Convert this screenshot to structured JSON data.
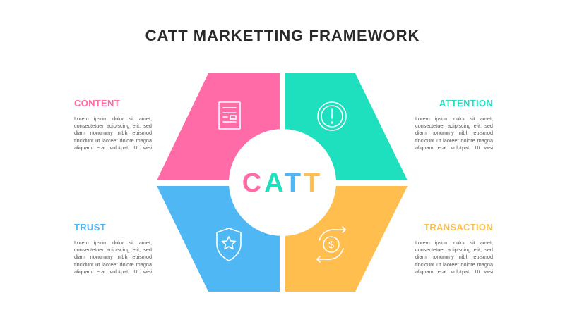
{
  "title": "CATT MARKETTING FRAMEWORK",
  "center_letters": [
    {
      "char": "C",
      "color": "#FF6BA6"
    },
    {
      "char": "A",
      "color": "#1FE0BE"
    },
    {
      "char": "T",
      "color": "#4FB8F4"
    },
    {
      "char": "T",
      "color": "#FFBE4D"
    }
  ],
  "sections": {
    "content": {
      "heading": "CONTENT",
      "color": "#FF6BA6",
      "icon": "document-icon",
      "lines": [
        "Lorem ipsum dolor sit amet,",
        "consectetuer adipiscing elit, sed",
        "diam nonummy nibh euismod",
        "tincidunt ut laoreet dolore magna",
        "aliquam erat volutpat. Ut wisi"
      ]
    },
    "attention": {
      "heading": "ATTENTION",
      "color": "#1FE0BE",
      "icon": "exclamation-circle-icon",
      "lines": [
        "Lorem ipsum dolor sit amet,",
        "consectetuer adipiscing elit, sed",
        "diam nonummy nibh euismod",
        "tincidunt ut laoreet dolore magna",
        "aliquam erat volutpat. Ut wisi"
      ]
    },
    "trust": {
      "heading": "TRUST",
      "color": "#4FB8F4",
      "icon": "shield-star-icon",
      "lines": [
        "Lorem ipsum dolor sit amet,",
        "consectetuer adipiscing elit, sed",
        "diam nonummy nibh euismod",
        "tincidunt ut laoreet dolore magna",
        "aliquam erat volutpat. Ut wisi"
      ]
    },
    "transaction": {
      "heading": "TRANSACTION",
      "color": "#FFBE4D",
      "icon": "dollar-exchange-icon",
      "lines": [
        "Lorem ipsum dolor sit amet,",
        "consectetuer adipiscing elit, sed",
        "diam nonummy nibh euismod",
        "tincidunt ut laoreet dolore magna",
        "aliquam erat volutpat. Ut wisi"
      ]
    }
  }
}
